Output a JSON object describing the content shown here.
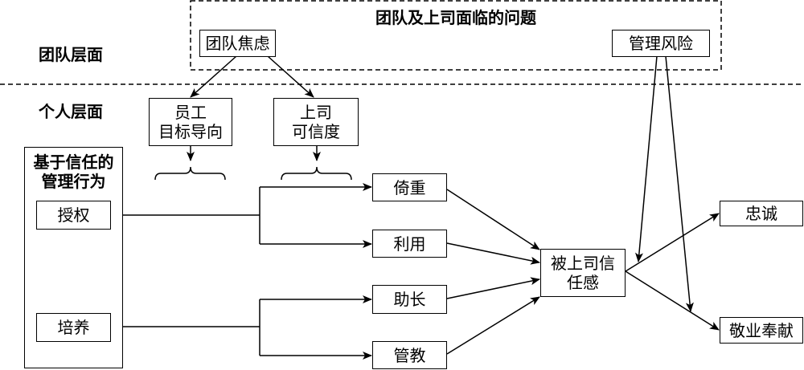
{
  "diagram": {
    "team_region_title": "团队及上司面临的问题",
    "level_labels": {
      "team": "团队层面",
      "individual": "个人层面"
    },
    "nodes": {
      "team_anxiety": "团队焦虑",
      "management_risk": "管理风险",
      "employee_goal_line1": "员工",
      "employee_goal_line2": "目标导向",
      "supervisor_cred_line1": "上司",
      "supervisor_cred_line2": "可信度",
      "trust_mgmt_line1": "基于信任的",
      "trust_mgmt_line2": "管理行为",
      "empower": "授权",
      "cultivate": "培养",
      "rely": "倚重",
      "use": "利用",
      "indulge": "助长",
      "discipline": "管教",
      "felt_trust_line1": "被上司信",
      "felt_trust_line2": "任感",
      "loyalty": "忠诚",
      "dedication": "敬业奉献"
    },
    "edges": [
      [
        "团队焦虑",
        "员工目标导向"
      ],
      [
        "团队焦虑",
        "上司可信度"
      ],
      [
        "授权",
        "倚重"
      ],
      [
        "授权",
        "利用"
      ],
      [
        "培养",
        "助长"
      ],
      [
        "培养",
        "管教"
      ],
      [
        "倚重",
        "被上司信任感"
      ],
      [
        "利用",
        "被上司信任感"
      ],
      [
        "助长",
        "被上司信任感"
      ],
      [
        "管教",
        "被上司信任感"
      ],
      [
        "被上司信任感",
        "忠诚"
      ],
      [
        "被上司信任感",
        "敬业奉献"
      ],
      [
        "管理风险",
        "被上司信任感→忠诚"
      ],
      [
        "管理风险",
        "被上司信任感→敬业奉献"
      ]
    ]
  }
}
